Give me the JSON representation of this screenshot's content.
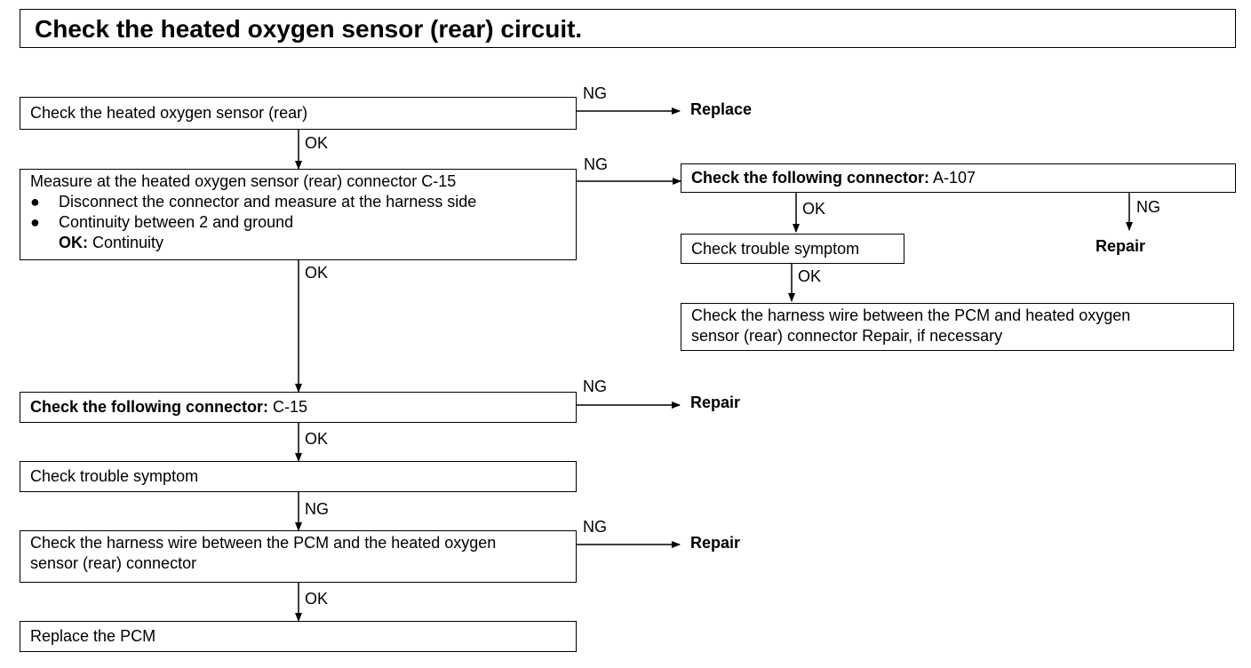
{
  "title": "Check the heated oxygen sensor (rear) circuit.",
  "steps": {
    "s1": {
      "text": "Check the heated oxygen sensor (rear)"
    },
    "s2": {
      "line1": "Measure at the heated oxygen sensor (rear) connector C-15",
      "bullet": "●",
      "bullet1": "Disconnect the connector and measure at the harness side",
      "bullet2": "Continuity between 2 and ground",
      "ok_label": "OK:",
      "ok_value": "Continuity"
    },
    "s3": {
      "bold": "Check the following connector:",
      "value": "C-15"
    },
    "s4": {
      "text": "Check trouble symptom"
    },
    "s5": {
      "line1": "Check the harness wire between the PCM and the heated oxygen",
      "line2": "sensor (rear) connector"
    },
    "s6": {
      "text": "Replace the PCM"
    },
    "r1": {
      "bold": "Check the following connector:",
      "value": "A-107"
    },
    "r2": {
      "text": "Check trouble symptom"
    },
    "r3": {
      "line1": "Check the harness wire between the PCM and heated oxygen",
      "line2": "sensor (rear) connector  Repair, if necessary"
    }
  },
  "labels": {
    "ng1": "NG",
    "ok1": "OK",
    "ng2": "NG",
    "ok2": "OK",
    "ng3": "NG",
    "ok3": "OK",
    "ng4": "NG",
    "ng5": "NG",
    "ok5": "OK",
    "ok_r1": "OK",
    "ng_r1": "NG",
    "ok_r2": "OK"
  },
  "results": {
    "replace": "Replace",
    "repair_r1": "Repair",
    "repair3": "Repair",
    "repair5": "Repair"
  }
}
